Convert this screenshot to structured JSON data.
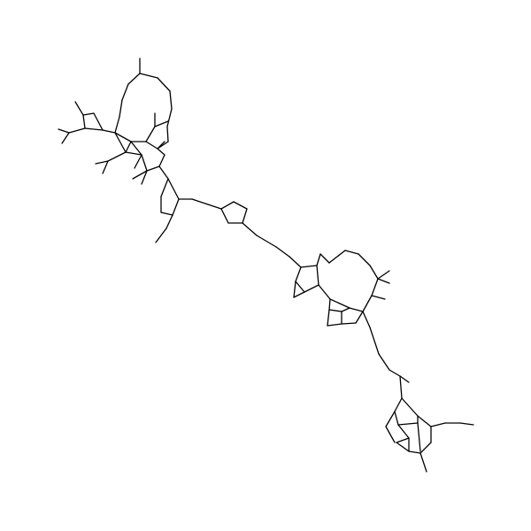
{
  "diagram": {
    "kind": "skeletal-structure",
    "background_color": "#ffffff",
    "bond_color": "#000000",
    "atom_labels": [],
    "fragments": [
      "macrocycle-upper-left",
      "cyclopentane-link",
      "macrocycle-middle-right",
      "cage-lower-right"
    ]
  }
}
